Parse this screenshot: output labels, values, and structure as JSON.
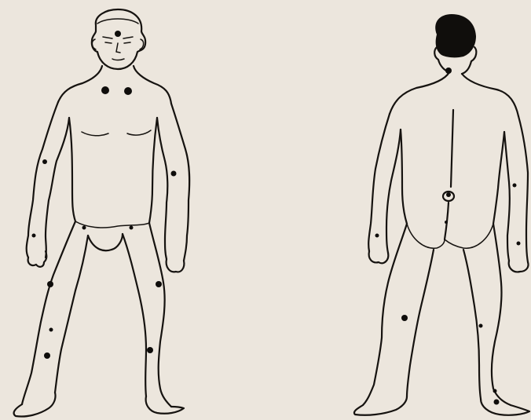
{
  "figures": [
    {
      "view": "front"
    },
    {
      "view": "back"
    }
  ],
  "colors": {
    "paper": "#ece6dd",
    "ink": "#161310"
  },
  "marked_points": {
    "front": 13,
    "back": 10
  }
}
